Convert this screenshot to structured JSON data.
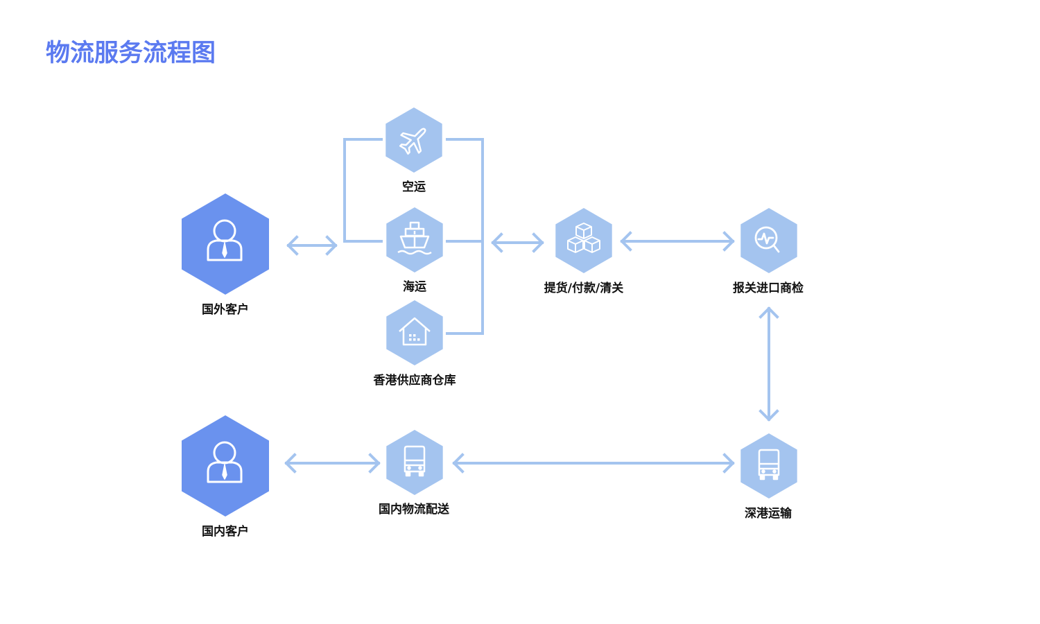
{
  "title": "物流服务流程图",
  "colors": {
    "title": "#5b7af0",
    "customer_hex": "#6a92ee",
    "node_hex": "#a4c4ef",
    "connector": "#a4c4ef",
    "label": "#111111",
    "icon": "#ffffff"
  },
  "nodes": {
    "foreign_customer": {
      "label": "国外客户",
      "icon": "person-tie-icon"
    },
    "air": {
      "label": "空运",
      "icon": "airplane-icon"
    },
    "sea": {
      "label": "海运",
      "icon": "ship-icon"
    },
    "hk_warehouse": {
      "label": "香港供应商仓库",
      "icon": "house-warehouse-icon"
    },
    "pickup": {
      "label": "提货/付款/清关",
      "icon": "boxes-icon"
    },
    "customs": {
      "label": "报关进口商检",
      "icon": "magnifier-pulse-icon"
    },
    "domestic_customer": {
      "label": "国内客户",
      "icon": "person-tie-icon"
    },
    "domestic_delivery": {
      "label": "国内物流配送",
      "icon": "truck-icon"
    },
    "sz_hk_transport": {
      "label": "深港运输",
      "icon": "truck-icon"
    }
  }
}
